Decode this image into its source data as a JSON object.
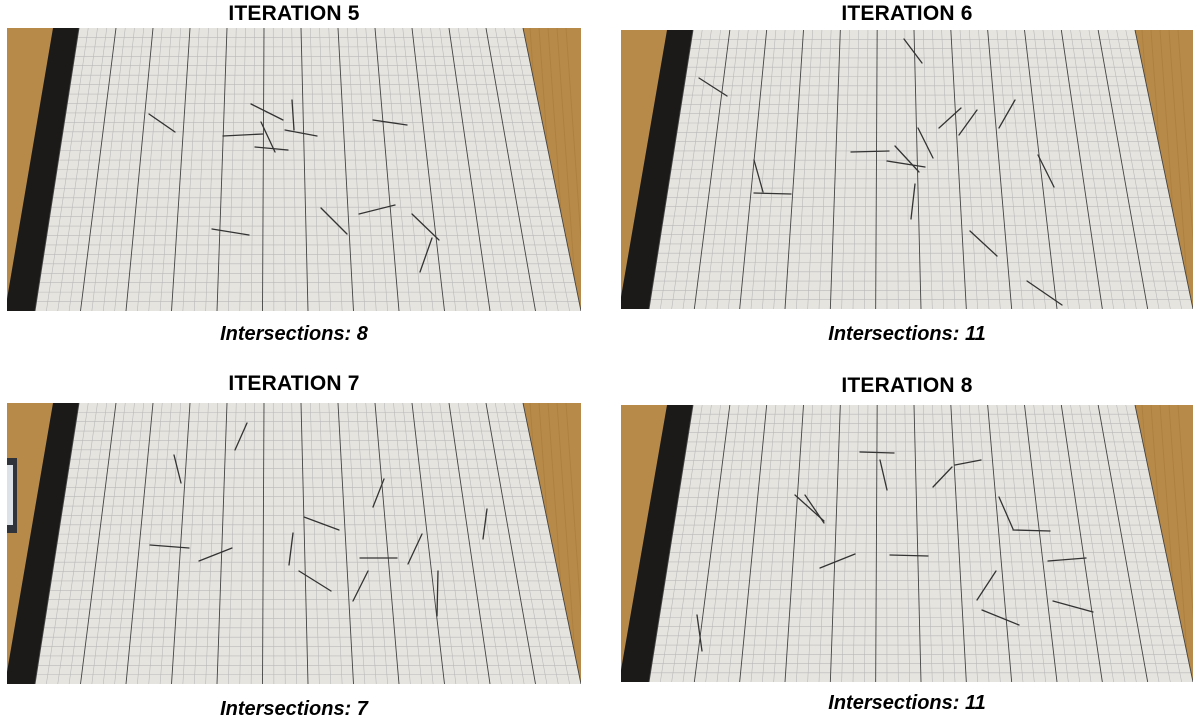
{
  "panels": [
    {
      "title": "ITERATION 5",
      "caption": "Intersections: 8"
    },
    {
      "title": "ITERATION 6",
      "caption": "Intersections: 11"
    },
    {
      "title": "ITERATION 7",
      "caption": "Intersections: 7"
    },
    {
      "title": "ITERATION 8",
      "caption": "Intersections: 11"
    }
  ],
  "colors": {
    "table_wood": "#b88a4a",
    "paper": "#e6e4df",
    "grid_minor": "#b9b9b9",
    "grid_major": "#444444",
    "mat_edge": "#1c1a18",
    "needle": "#333333"
  }
}
